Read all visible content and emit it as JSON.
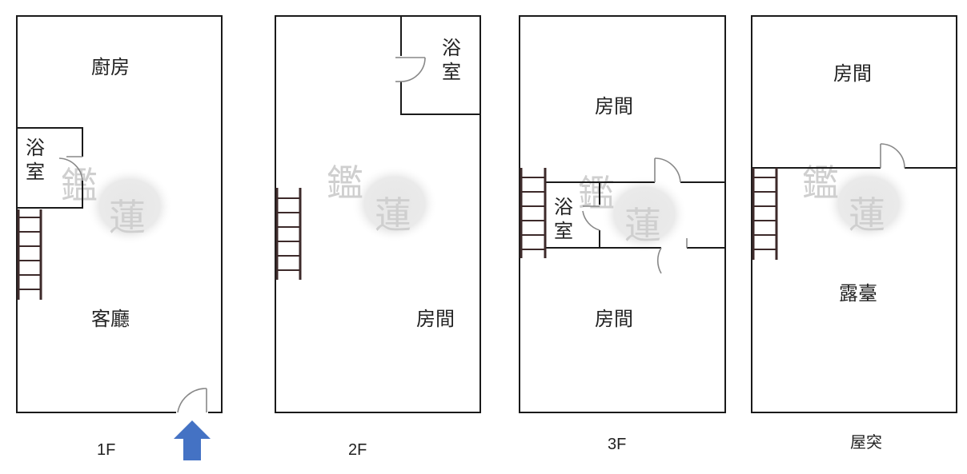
{
  "floors": [
    {
      "label": "1F",
      "rooms": {
        "kitchen": "廚房",
        "bath_top": "浴",
        "bath_bottom": "室",
        "living": "客廳"
      }
    },
    {
      "label": "2F",
      "rooms": {
        "bath_top": "浴",
        "bath_bottom": "室",
        "room": "房間"
      }
    },
    {
      "label": "3F",
      "rooms": {
        "room_top": "房間",
        "bath_top": "浴",
        "bath_bottom": "室",
        "room_bottom": "房間"
      }
    },
    {
      "label": "屋突",
      "rooms": {
        "room": "房間",
        "terrace": "露臺"
      }
    }
  ],
  "watermark": {
    "char1": "鑑",
    "char2": "蓮"
  },
  "colors": {
    "wall": "#1a1a1a",
    "door": "#888888",
    "stair_rail": "#3d2a2a",
    "entrance_arrow": "#4472c4",
    "watermark": "#cfcfcf"
  }
}
